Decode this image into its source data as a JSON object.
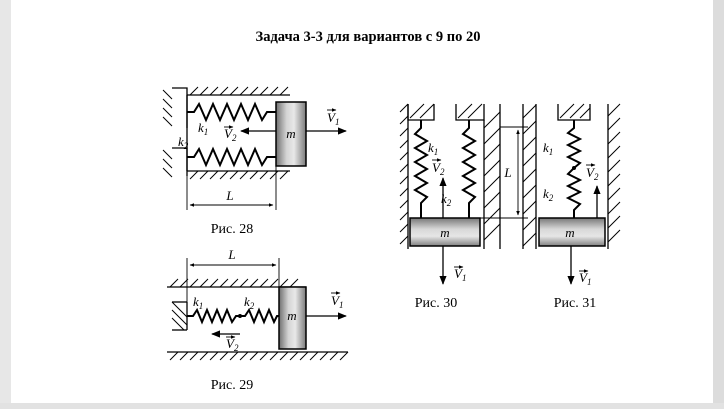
{
  "title": "Задача 3-3 для вариантов с 9 по 20",
  "figures": {
    "fig28": {
      "caption": "Рис. 28",
      "k1": "k",
      "k1_sub": "1",
      "k2": "k",
      "k2_sub": "2",
      "v1": "V",
      "v1_sub": "1",
      "v2": "V",
      "v2_sub": "2",
      "mass": "m",
      "length": "L"
    },
    "fig29": {
      "caption": "Рис. 29",
      "k1": "k",
      "k1_sub": "1",
      "k2": "k",
      "k2_sub": "2",
      "v1": "V",
      "v1_sub": "1",
      "v2": "V",
      "v2_sub": "2",
      "mass": "m",
      "length": "L"
    },
    "fig30": {
      "caption": "Рис. 30",
      "k1": "k",
      "k1_sub": "1",
      "k2": "k",
      "k2_sub": "2",
      "v1": "V",
      "v1_sub": "1",
      "v2": "V",
      "v2_sub": "2",
      "mass": "m",
      "length": "L"
    },
    "fig31": {
      "caption": "Рис. 31",
      "k1": "k",
      "k1_sub": "1",
      "k2": "k",
      "k2_sub": "2",
      "v1": "V",
      "v1_sub": "1",
      "v2": "V",
      "v2_sub": "2",
      "mass": "m"
    }
  }
}
